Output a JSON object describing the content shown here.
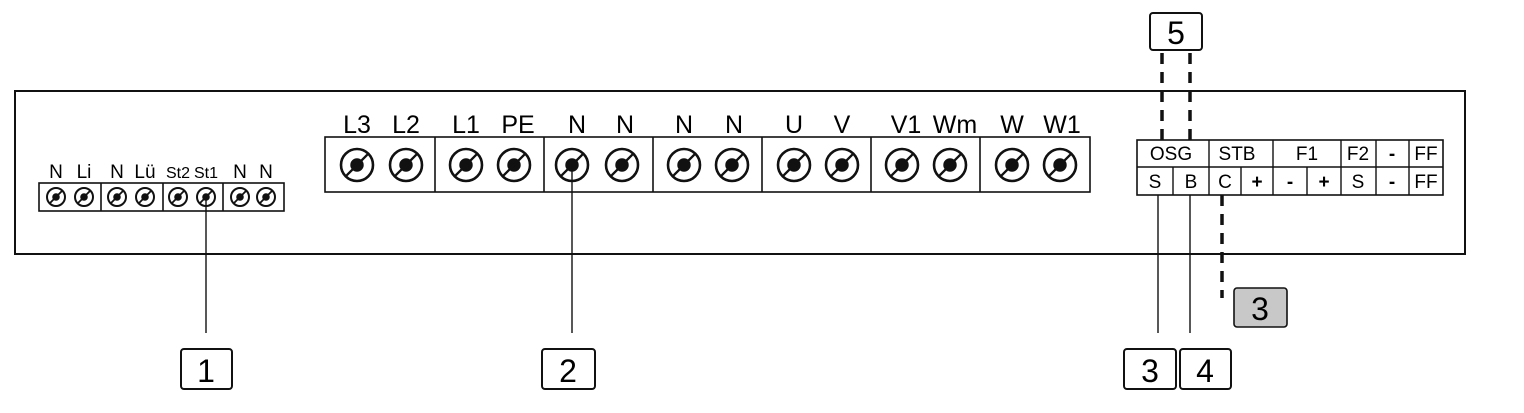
{
  "small_terminal_block": {
    "labels": [
      "N",
      "Li",
      "N",
      "Lü",
      "St2",
      "St1",
      "N",
      "N"
    ]
  },
  "large_terminal_block": {
    "labels": [
      "L3",
      "L2",
      "L1",
      "PE",
      "N",
      "N",
      "N",
      "N",
      "U",
      "V",
      "V1",
      "Wm",
      "W",
      "W1"
    ]
  },
  "control_block": {
    "top_row": [
      "OSG",
      "STB",
      "F1",
      "F2",
      "-",
      "FF"
    ],
    "bottom_row": [
      "S",
      "B",
      "C",
      "+",
      "-",
      "+",
      "S",
      "-",
      "FF"
    ]
  },
  "callouts": {
    "c1": "1",
    "c2": "2",
    "c3": "3",
    "c4": "4",
    "c5": "5",
    "c3_highlight": "3"
  },
  "colors": {
    "stroke": "#111111",
    "highlight_fill": "#c8c8c8"
  }
}
